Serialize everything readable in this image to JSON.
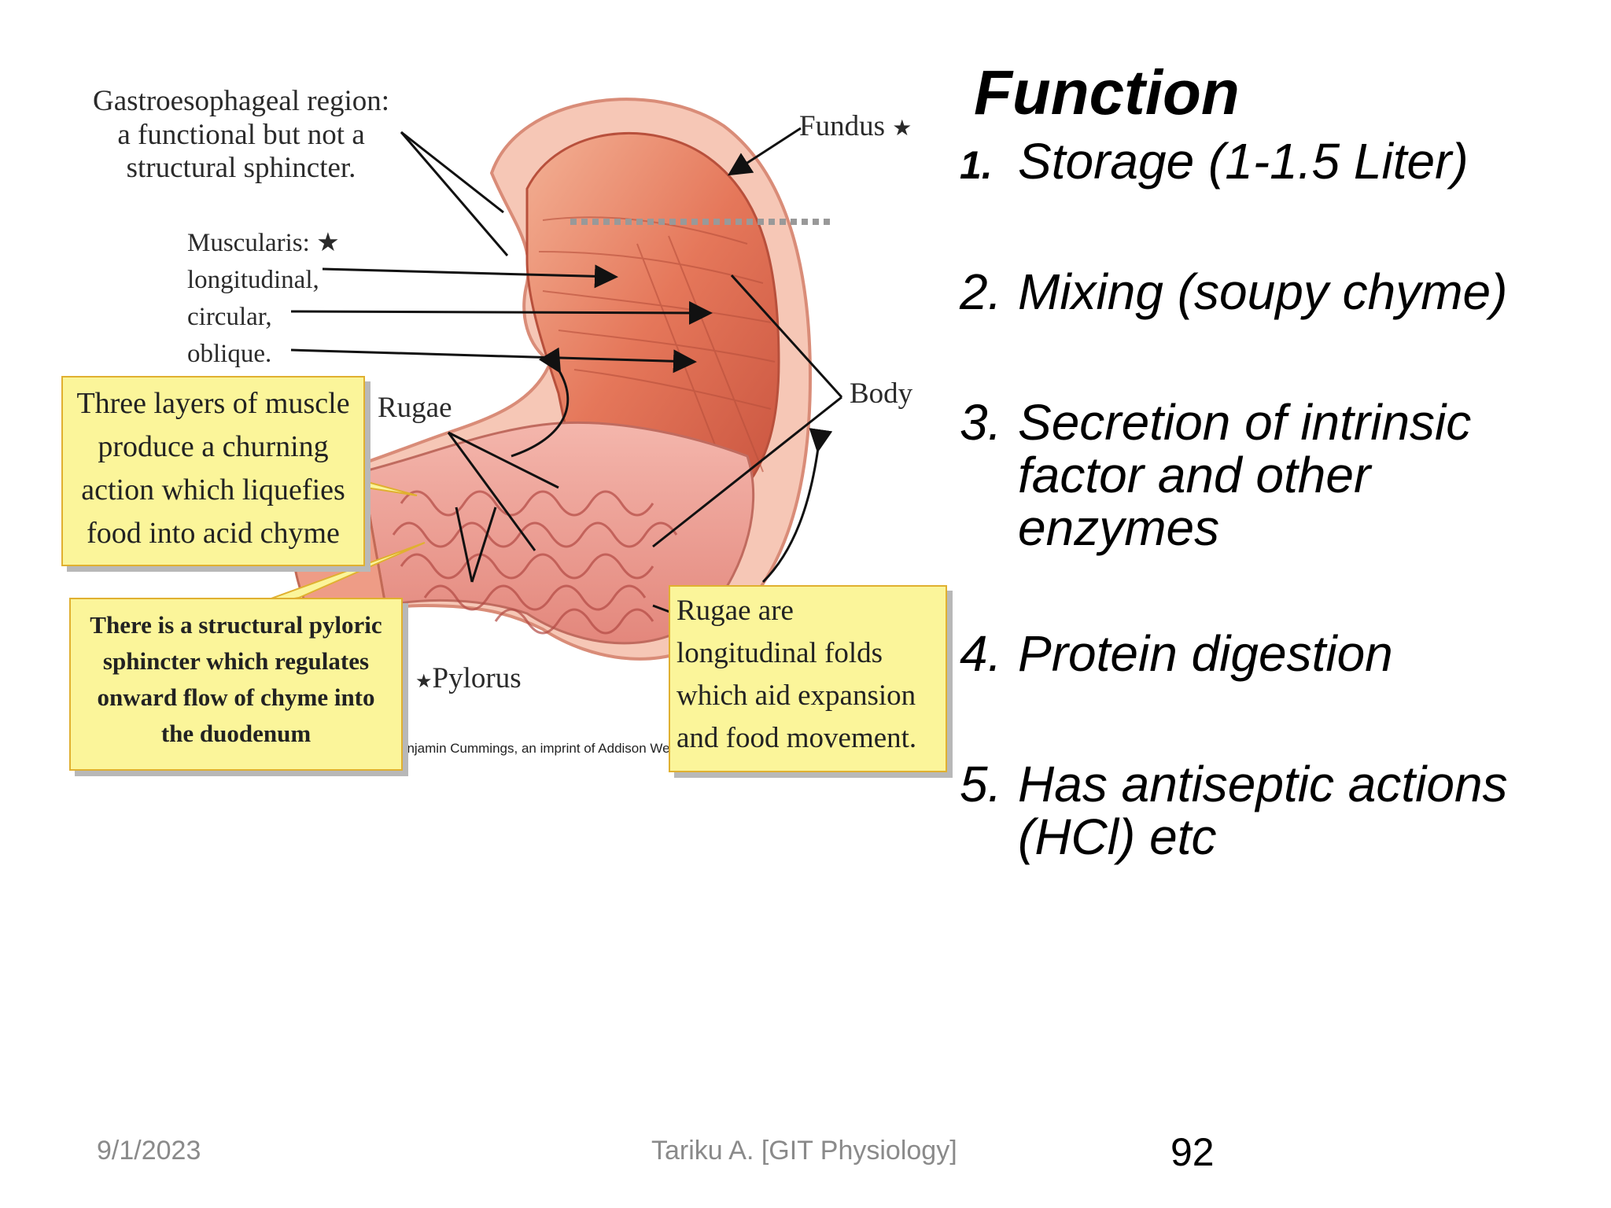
{
  "figure": {
    "labels": {
      "gastro": [
        "Gastroesophageal region:",
        "a functional but not a",
        "structural sphincter."
      ],
      "muscularis": "Muscularis:",
      "longitudinal": "longitudinal,",
      "circular": "circular,",
      "oblique": "oblique.",
      "fundus": "Fundus",
      "body": "Body",
      "rugae": "Rugae",
      "pylorus": "Pylorus",
      "credit": "enjamin Cummings, an imprint of Addison We"
    },
    "callouts": {
      "muscle": [
        "Three layers of muscle",
        "produce a churning",
        "action which liquefies",
        "food into acid chyme"
      ],
      "pyloric": [
        "There is a structural pyloric",
        "sphincter which regulates",
        "onward flow of chyme into",
        "the duodenum"
      ],
      "rugae": [
        "Rugae are",
        "longitudinal folds",
        "which aid expansion",
        "and food movement."
      ]
    },
    "colors": {
      "callout_fill": "#fbf59a",
      "callout_border": "#e0b030",
      "tissue": "#e8866a"
    }
  },
  "title": "Function",
  "functions": [
    {
      "num": "1.",
      "lines": [
        "Storage (1-1.5 Liter)"
      ]
    },
    {
      "num": "2.",
      "lines": [
        "Mixing (soupy chyme)"
      ]
    },
    {
      "num": "3.",
      "lines": [
        "Secretion of intrinsic",
        "factor and other",
        "enzymes"
      ]
    },
    {
      "num": "4.",
      "lines": [
        "Protein digestion"
      ]
    },
    {
      "num": "5.",
      "lines": [
        "Has antiseptic actions",
        "(HCl) etc"
      ]
    }
  ],
  "footer": {
    "date": "9/1/2023",
    "author": "Tariku A. [GIT Physiology]",
    "page": "92"
  }
}
